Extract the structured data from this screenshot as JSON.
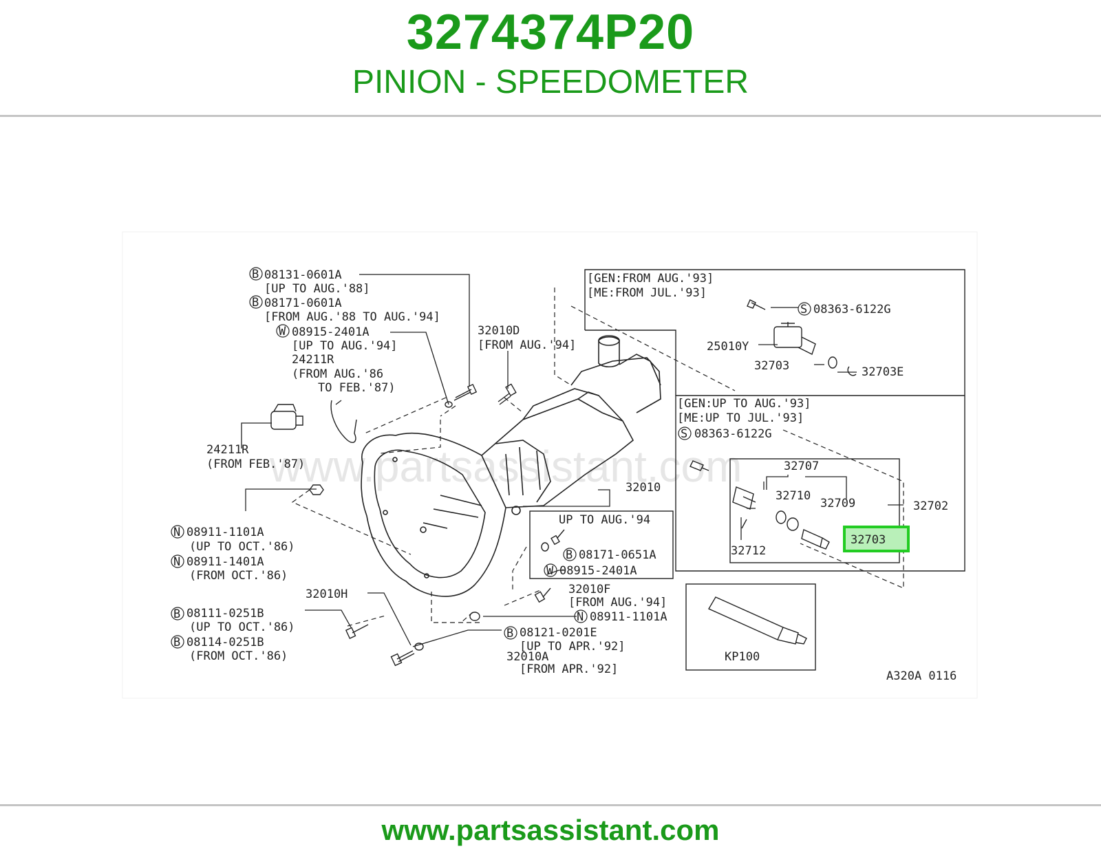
{
  "header": {
    "part_number": "3274374P20",
    "part_name": "PINION - SPEEDOMETER"
  },
  "footer": {
    "url": "www.partsassistant.com"
  },
  "colors": {
    "brand_green": "#1a9a1a",
    "highlight_green": "#22cc22",
    "highlight_fill": "#b9f0b9",
    "rule_gray": "#c4c4c4"
  },
  "diagram": {
    "watermark": "www.partsassistant.com",
    "figure_id": "A320A 0116",
    "highlighted_callout": "32703",
    "labels": {
      "l_08131": "08131-0601A",
      "l_upto_aug88": "[UP TO AUG.'88]",
      "l_08171": "08171-0601A",
      "l_from_aug88": "[FROM AUG.'88 TO AUG.'94]",
      "l_08915a": "08915-2401A",
      "l_upto_aug94a": "[UP TO AUG.'94]",
      "l_24211r_a": "24211R",
      "l_from_aug86": "(FROM AUG.'86",
      "l_to_feb87": "TO FEB.'87)",
      "l_24211r_b": "24211R",
      "l_from_feb87": "(FROM FEB.'87)",
      "l_32010d": "32010D",
      "l_from_aug94a": "[FROM AUG.'94]",
      "l_32010": "32010",
      "l_upto_aug94b": "UP TO AUG.'94",
      "l_08171_0651": "08171-0651A",
      "l_08915b": "08915-2401A",
      "l_32010f": "32010F",
      "l_from_aug94b": "[FROM AUG.'94]",
      "l_08911a": "08911-1101A",
      "l_upto_oct86a": "(UP TO OCT.'86)",
      "l_08911_1401": "08911-1401A",
      "l_from_oct86a": "(FROM OCT.'86)",
      "l_32010h": "32010H",
      "l_08111": "08111-0251B",
      "l_upto_oct86b": "(UP TO OCT.'86)",
      "l_08114": "08114-0251B",
      "l_from_oct86b": "(FROM OCT.'86)",
      "l_08121": "08121-0201E",
      "l_upto_apr92": "[UP TO APR.'92]",
      "l_32010a": "32010A",
      "l_from_apr92": "[FROM APR.'92]",
      "l_08911b": "08911-1101A",
      "l_gen_from": "[GEN:FROM AUG.'93]",
      "l_me_from": "[ME:FROM JUL.'93]",
      "l_08363a": "08363-6122G",
      "l_25010y": "25010Y",
      "l_32703a": "32703",
      "l_32703e": "32703E",
      "l_gen_upto": "[GEN:UP TO AUG.'93]",
      "l_me_upto": "[ME:UP TO JUL.'93]",
      "l_08363b": "08363-6122G",
      "l_32707": "32707",
      "l_32710": "32710",
      "l_32709": "32709",
      "l_32702": "32702",
      "l_32712": "32712",
      "l_kp100": "KP100"
    },
    "badges": {
      "b1": "B",
      "b2": "B",
      "w1": "W",
      "n1": "N",
      "n2": "N",
      "b3": "B",
      "b4": "B",
      "b5": "B",
      "b6": "B",
      "w2": "W",
      "n3": "N",
      "s1": "S",
      "s2": "S"
    }
  }
}
